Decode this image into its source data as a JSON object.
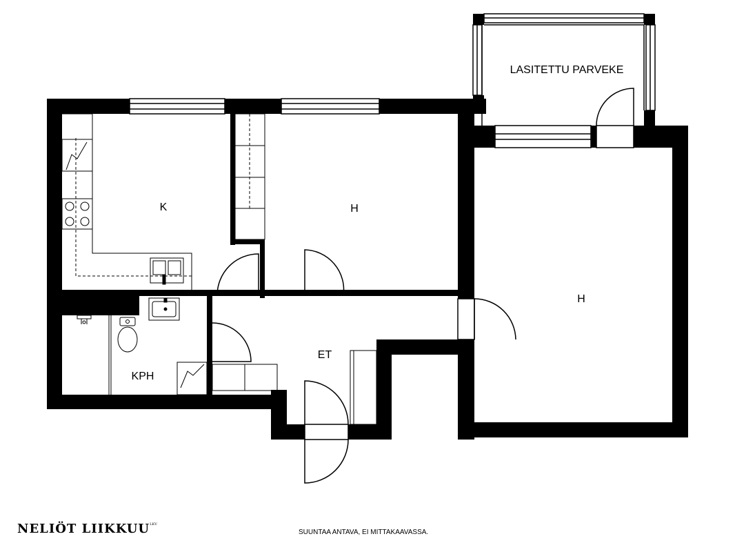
{
  "plan": {
    "rooms": {
      "kitchen": "K",
      "bedroom_1": "H",
      "bedroom_2": "H",
      "bathroom": "KPH",
      "hall": "ET",
      "balcony": "LASITETTU PARVEKE"
    }
  },
  "footer": {
    "brand": "NELIÖT LIIKKUU",
    "brand_mark": "LKV",
    "disclaimer": "SUUNTAA ANTAVA, EI MITTAKAAVASSA."
  },
  "colors": {
    "wall": "#000000",
    "background": "#ffffff",
    "line": "#000000"
  }
}
